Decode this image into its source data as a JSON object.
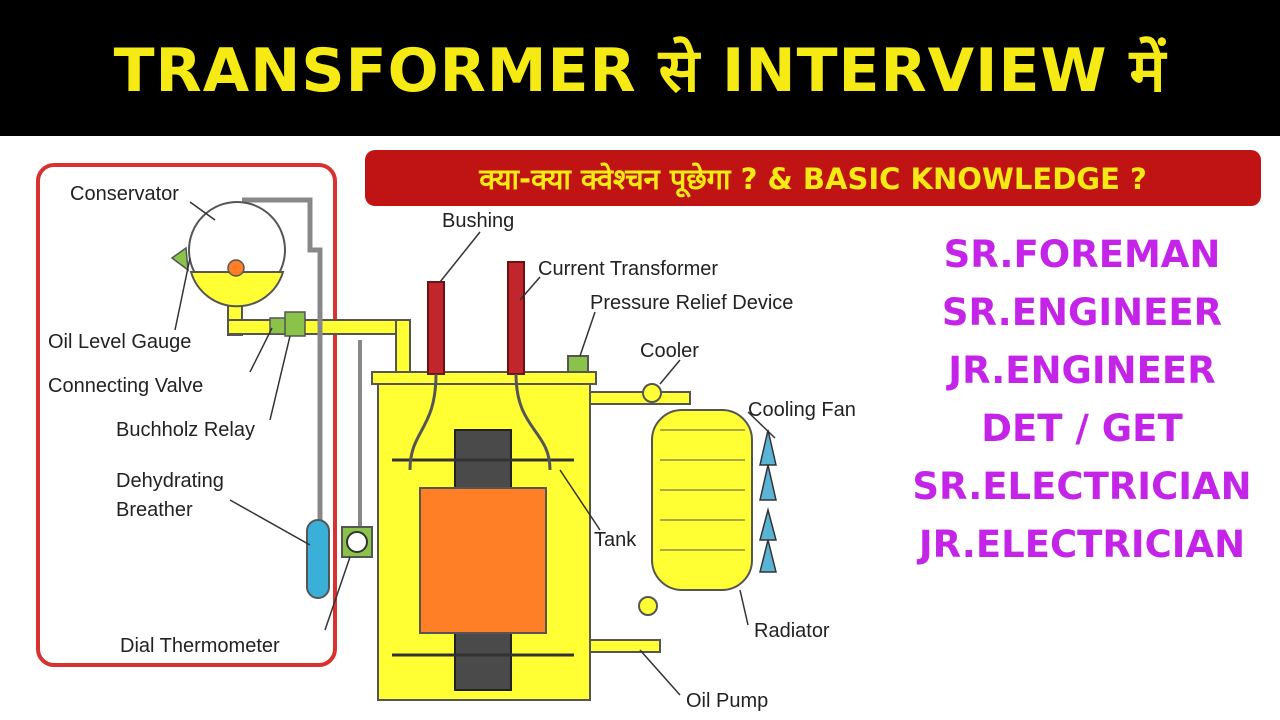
{
  "banner": {
    "title": "TRANSFORMER से INTERVIEW में"
  },
  "subtitle": "क्या-क्या क्वेश्चन पूछेगा ? & BASIC KNOWLEDGE ?",
  "roles": [
    "SR.FOREMAN",
    "SR.ENGINEER",
    "JR.ENGINEER",
    "DET / GET",
    "SR.ELECTRICIAN",
    "JR.ELECTRICIAN"
  ],
  "diagram": {
    "labels": {
      "conservator": "Conservator",
      "oil_level_gauge": "Oil Level Gauge",
      "connecting_valve": "Connecting Valve",
      "buchholz_relay": "Buchholz Relay",
      "dehydrating_breather_1": "Dehydrating",
      "dehydrating_breather_2": "Breather",
      "dial_thermometer": "Dial Thermometer",
      "bushing": "Bushing",
      "current_transformer": "Current Transformer",
      "pressure_relief_device": "Pressure Relief Device",
      "cooler": "Cooler",
      "cooling_fan": "Cooling Fan",
      "tank": "Tank",
      "radiator": "Radiator",
      "oil_pump": "Oil Pump"
    }
  },
  "colors": {
    "banner_bg": "#000000",
    "banner_text": "#f5ea14",
    "subtitle_bg": "#c01414",
    "roles_text": "#c424e8",
    "tank_fill": "#ffff33",
    "core_fill": "#ff7f27",
    "bushing_fill": "#c0262b",
    "fan_fill": "#5ab4d6",
    "frame_outline": "#d93030"
  }
}
